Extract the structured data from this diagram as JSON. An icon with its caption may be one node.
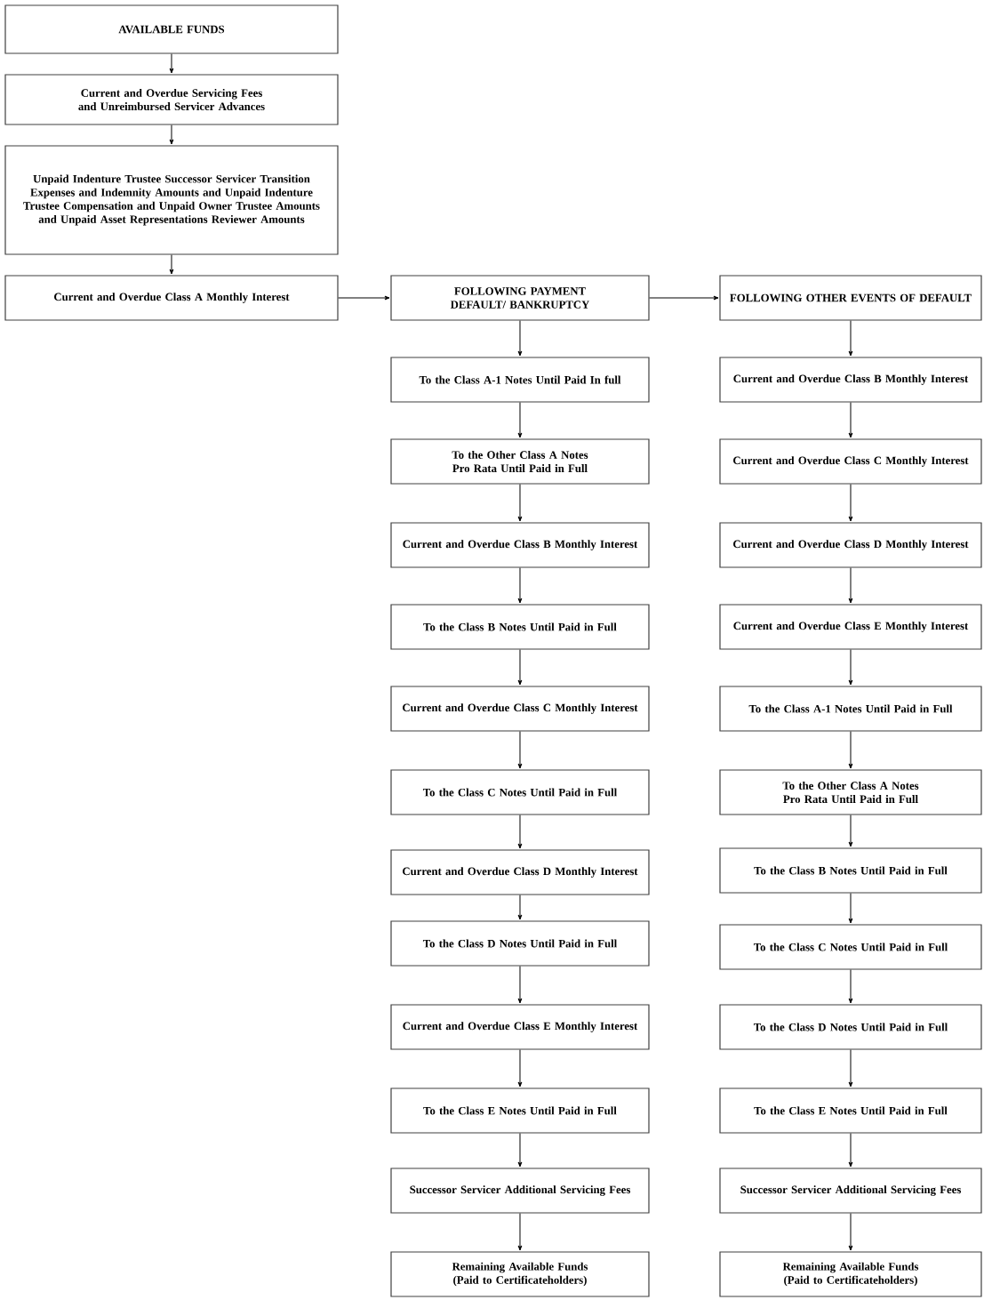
{
  "diagram": {
    "nodes": [
      {
        "text": [
          "AVAILABLE FUNDS"
        ]
      },
      {
        "text": [
          "Current and Overdue Servicing Fees and Unreimbursed Servicer Advances"
        ]
      },
      {
        "text": [
          "Unpaid Indenture Trustee Successor Servicer Transition Expenses and Indemnity Amounts and Unpaid Indenture Trustee Compensation and Unpaid Owner Trustee Amounts and Unpaid Asset Representations Reviewer Amounts"
        ]
      },
      {
        "text": [
          "Current and Overdue Class A Monthly Interest"
        ]
      },
      {
        "text": [
          "FOLLOWING PAYMENT DEFAULT/ BANKRUPTCY"
        ]
      },
      {
        "text": [
          "To the Class A-1 Notes Until Paid In full"
        ]
      },
      {
        "text": [
          "To the Other Class A Notes Pro Rata Until Paid in Full"
        ]
      },
      {
        "text": [
          "Current and Overdue Class B Monthly Interest"
        ]
      },
      {
        "text": [
          "To the Class B Notes Until Paid in Full"
        ]
      },
      {
        "text": [
          "Current and Overdue Class C Monthly Interest"
        ]
      },
      {
        "text": [
          "To the Class C Notes Until Paid in Full"
        ]
      },
      {
        "text": [
          "Current and Overdue Class D Monthly Interest"
        ]
      },
      {
        "text": [
          "To the Class D Notes Until Paid in Full"
        ]
      },
      {
        "text": [
          "Current and Overdue Class E Monthly Interest"
        ]
      },
      {
        "text": [
          "To the Class E Notes Until Paid in Full"
        ]
      },
      {
        "text": [
          "Successor Servicer Additional Servicing Fees"
        ]
      },
      {
        "text": [
          "Remaining Available Funds (Paid to Certificateholders)"
        ]
      },
      {
        "text": [
          "FOLLOWING OTHER EVENTS OF DEFAULT"
        ]
      },
      {
        "text": [
          "Current and Overdue Class B Monthly Interest"
        ]
      },
      {
        "text": [
          "Current and Overdue Class C Monthly Interest"
        ]
      },
      {
        "text": [
          "Current and Overdue Class D Monthly Interest"
        ]
      },
      {
        "text": [
          "Current and Overdue Class E Monthly Interest"
        ]
      },
      {
        "text": [
          "To the Class A-1 Notes Until Paid in Full"
        ]
      },
      {
        "text": [
          "To the Other Class A Notes Pro Rata Until Paid in Full"
        ]
      },
      {
        "text": [
          "To the Class B Notes Until Paid in Full"
        ]
      },
      {
        "text": [
          "To the Class C Notes Until Paid in Full"
        ]
      },
      {
        "text": [
          "To the Class D Notes Until Paid in Full"
        ]
      },
      {
        "text": [
          "To the Class E Notes Until Paid in Full"
        ]
      },
      {
        "text": [
          "Successor Servicer Additional Servicing Fees"
        ]
      },
      {
        "text": [
          "Remaining Available Funds (Paid to Certificateholders)"
        ]
      }
    ],
    "edges": [
      {
        "from": 0,
        "to": 1,
        "arrow": "to"
      },
      {
        "from": 1,
        "to": 2,
        "arrow": "to"
      },
      {
        "from": 2,
        "to": 3,
        "arrow": "to"
      },
      {
        "from": 3,
        "to": 4,
        "arrow": "to"
      },
      {
        "from": 4,
        "to": 17,
        "arrow": "to"
      },
      {
        "from": 4,
        "to": 5,
        "arrow": "to"
      },
      {
        "from": 5,
        "to": 6,
        "arrow": "to"
      },
      {
        "from": 6,
        "to": 7,
        "arrow": "to"
      },
      {
        "from": 7,
        "to": 8,
        "arrow": "to"
      },
      {
        "from": 8,
        "to": 9,
        "arrow": "to"
      },
      {
        "from": 9,
        "to": 10,
        "arrow": "to"
      },
      {
        "from": 10,
        "to": 11,
        "arrow": "to"
      },
      {
        "from": 11,
        "to": 12,
        "arrow": "to"
      },
      {
        "from": 12,
        "to": 13,
        "arrow": "to"
      },
      {
        "from": 13,
        "to": 14,
        "arrow": "to"
      },
      {
        "from": 14,
        "to": 15,
        "arrow": "to"
      },
      {
        "from": 15,
        "to": 16,
        "arrow": "to"
      },
      {
        "from": 17,
        "to": 18,
        "arrow": "to"
      },
      {
        "from": 18,
        "to": 19,
        "arrow": "to"
      },
      {
        "from": 19,
        "to": 20,
        "arrow": "to"
      },
      {
        "from": 20,
        "to": 21,
        "arrow": "to"
      },
      {
        "from": 21,
        "to": 22,
        "arrow": "to"
      },
      {
        "from": 22,
        "to": 23,
        "arrow": "to"
      },
      {
        "from": 23,
        "to": 24,
        "arrow": "to"
      },
      {
        "from": 24,
        "to": 25,
        "arrow": "to"
      },
      {
        "from": 25,
        "to": 26,
        "arrow": "to"
      },
      {
        "from": 26,
        "to": 27,
        "arrow": "to"
      },
      {
        "from": 27,
        "to": 28,
        "arrow": "to"
      },
      {
        "from": 28,
        "to": 29,
        "arrow": "to"
      }
    ]
  }
}
